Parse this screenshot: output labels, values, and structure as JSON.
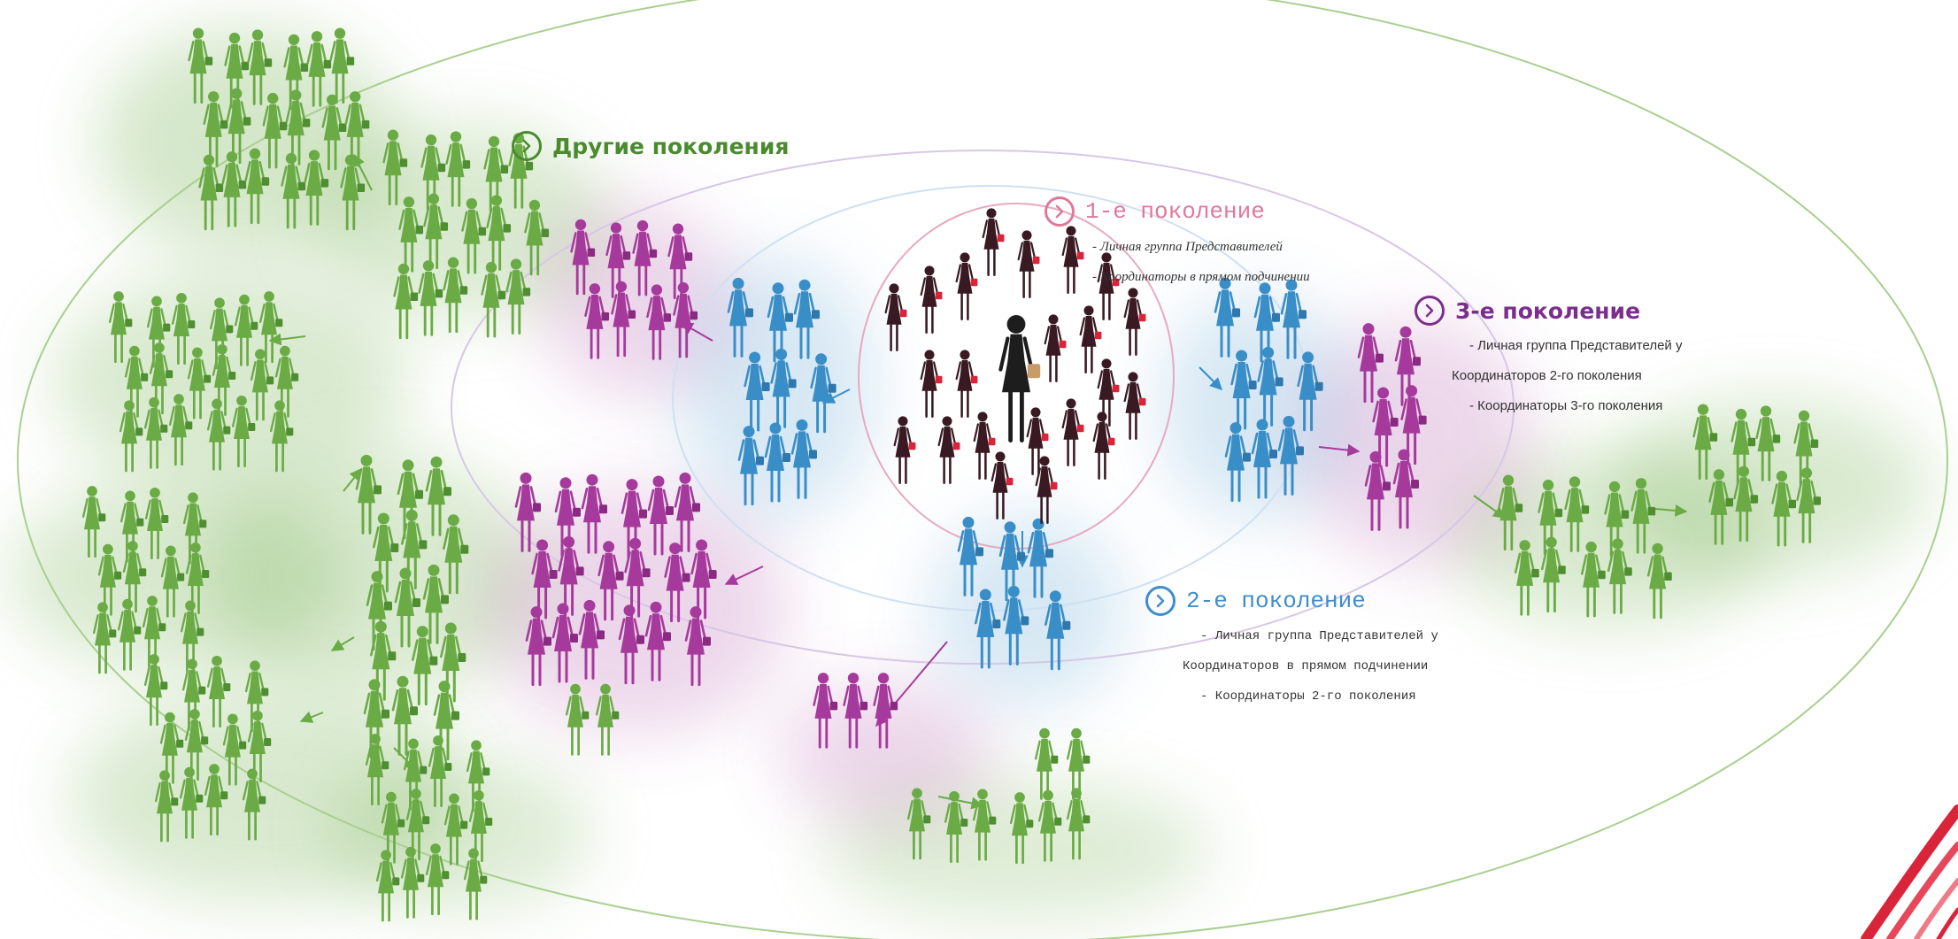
{
  "colors": {
    "green": "#6aab45",
    "magenta": "#a63a9c",
    "blue": "#3a8ec8",
    "crimson": "#8e1b3c",
    "gen1": "#e0789a",
    "gen3": "#7a2f8d",
    "other": "#4a8b2e",
    "gen2": "#3f8dcc",
    "accent_red": "#d9243a"
  },
  "generations": {
    "other": {
      "title": "Другие поколения",
      "icon": "chevron-right-icon"
    },
    "first": {
      "title": "1-е поколение",
      "icon": "chevron-right-icon",
      "lines": [
        "- Личная группа Представителей",
        "- Координаторы в прямом подчинении"
      ]
    },
    "second": {
      "title": "2-е поколение",
      "icon": "chevron-right-icon",
      "lines": [
        "- Личная группа Представителей у",
        "Координаторов в прямом подчинении",
        "- Координаторы 2-го поколения"
      ]
    },
    "third": {
      "title": "3-е поколение",
      "icon": "chevron-right-icon",
      "lines": [
        "- Личная группа Представителей у",
        "Координаторов 2-го поколения",
        "- Координаторы 3-го поколения"
      ]
    }
  }
}
